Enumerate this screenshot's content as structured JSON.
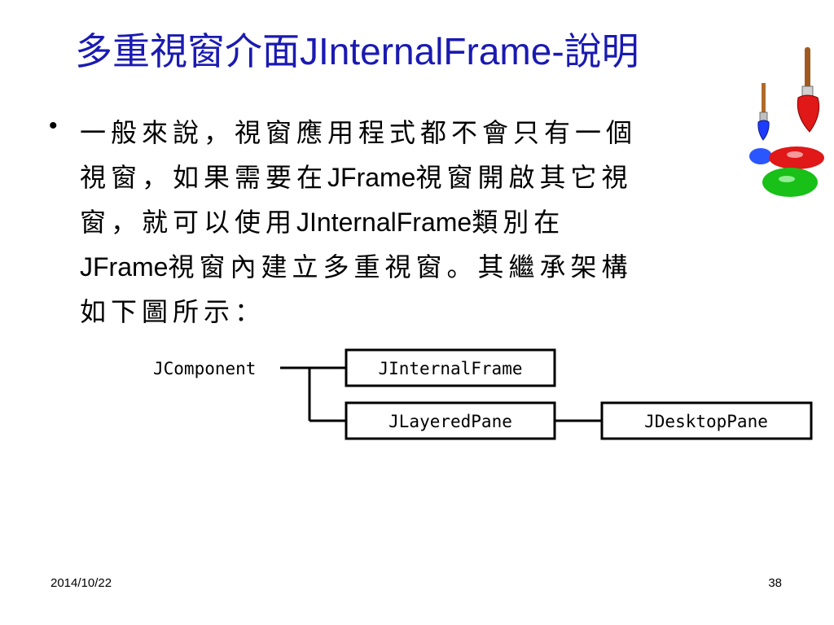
{
  "slide": {
    "title_cjk": "多重視窗介面",
    "title_latin": "JInternalFrame-",
    "title_cjk_tail": "說明",
    "bullet_lines": [
      [
        {
          "t": "一般來說，視窗應用程式都不會只有一個"
        }
      ],
      [
        {
          "t": "視窗，如果需要在"
        },
        {
          "t": "JFrame",
          "latin": true
        },
        {
          "t": "視窗開啟其它視"
        }
      ],
      [
        {
          "t": "窗，就可以使用"
        },
        {
          "t": "JInternalFrame",
          "latin": true
        },
        {
          "t": "類別在"
        }
      ],
      [
        {
          "t": "JFrame",
          "latin": true
        },
        {
          "t": "視窗內建立多重視窗。其繼承架構"
        }
      ],
      [
        {
          "t": "如下圖所示："
        }
      ]
    ],
    "bullet_symbol": "•"
  },
  "diagram": {
    "root": "JComponent",
    "children": [
      "JInternalFrame",
      "JLayeredPane"
    ],
    "grandchild": "JDesktopPane"
  },
  "footer": {
    "date": "2014/10/22",
    "page": "38"
  },
  "colors": {
    "title": "#1a1ab2",
    "brush_blue": "#1e3cff",
    "brush_red": "#e01818",
    "paint_green": "#18c018"
  }
}
